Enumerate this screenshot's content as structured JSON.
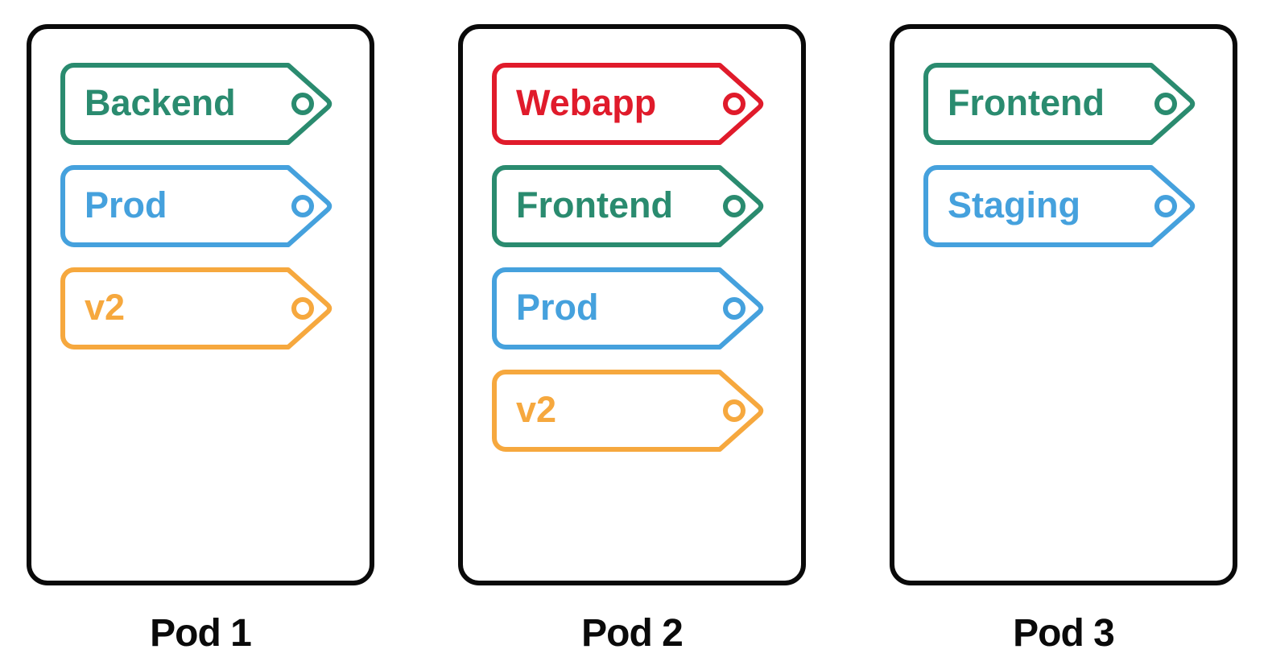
{
  "diagram": {
    "pods": [
      {
        "name": "Pod 1",
        "tags": [
          {
            "label": "Backend",
            "color": "green"
          },
          {
            "label": "Prod",
            "color": "blue"
          },
          {
            "label": "v2",
            "color": "orange"
          }
        ]
      },
      {
        "name": "Pod 2",
        "tags": [
          {
            "label": "Webapp",
            "color": "red"
          },
          {
            "label": "Frontend",
            "color": "green"
          },
          {
            "label": "Prod",
            "color": "blue"
          },
          {
            "label": "v2",
            "color": "orange"
          }
        ]
      },
      {
        "name": "Pod 3",
        "tags": [
          {
            "label": "Frontend",
            "color": "green"
          },
          {
            "label": "Staging",
            "color": "blue"
          }
        ]
      }
    ],
    "colors": {
      "green": "#2a8b6f",
      "blue": "#45a1dd",
      "orange": "#f6a83e",
      "red": "#e01b2b",
      "box_border": "#0a0a0a",
      "background": "#ffffff"
    }
  }
}
